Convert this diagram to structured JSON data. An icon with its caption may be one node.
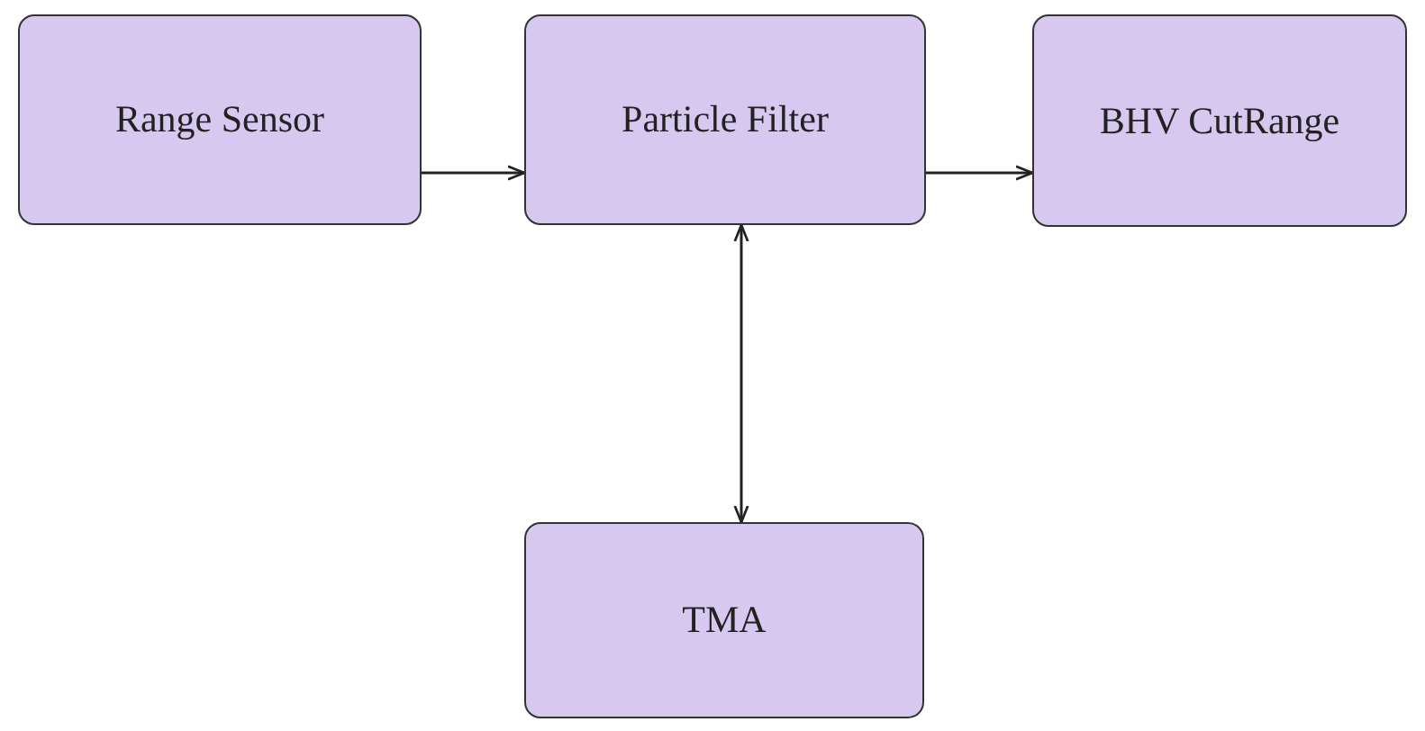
{
  "diagram": {
    "nodes": [
      {
        "text": [
          "Range Sensor"
        ]
      },
      {
        "text": [
          "Particle Filter"
        ]
      },
      {
        "text": [
          "BHV CutRange"
        ]
      },
      {
        "text": [
          "TMA"
        ]
      }
    ],
    "edges": [
      {
        "from": 0,
        "to": 1,
        "arrow": "to"
      },
      {
        "from": 1,
        "to": 2,
        "arrow": "to"
      },
      {
        "from": 1,
        "to": 3,
        "arrow": "both"
      }
    ]
  }
}
